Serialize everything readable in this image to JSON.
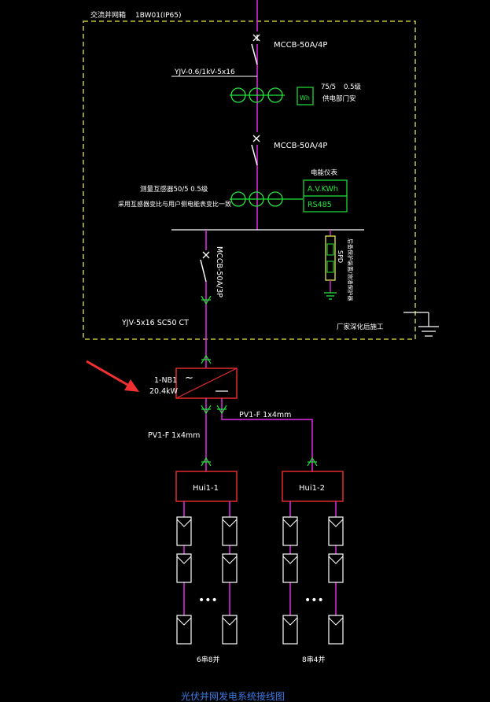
{
  "box": {
    "title": "交流并网箱",
    "model": "1BW01(IP65)",
    "border_color": "#E6E64B"
  },
  "breakers": {
    "top": "MCCB-50A/4P",
    "second": "MCCB-50A/4P",
    "branch": "MCCB-50A/3P"
  },
  "cables": {
    "incoming": "YJV-0.6/1kV-5x16",
    "outgoing": "YJV-5x16 SC50 CT",
    "pv_right": "PV1-F 1x4mm",
    "pv_left": "PV1-F 1x4mm"
  },
  "ct_meter": {
    "ratio": "75/5",
    "class": "0.5级",
    "desc": "供电部门安",
    "meter_label": "Wh"
  },
  "ct_monitor": {
    "line1": "测量互感器50/5 0.5级",
    "line2": "采用互感器变比与用户侧电能表变比一致"
  },
  "monitor": {
    "title": "电能仪表",
    "reading": "A.V.KWh",
    "port": "RS485"
  },
  "spd": {
    "label": "SPD",
    "desc": "后备保护装置/浪涌保护器"
  },
  "factory_note": "厂家深化后施工",
  "inverter": {
    "id": "1-NB1",
    "power": "20.4kW",
    "symbol": "~"
  },
  "combiners": [
    {
      "label": "Hui1-1",
      "footer": "6串8并"
    },
    {
      "label": "Hui1-2",
      "footer": "8串4并"
    }
  ],
  "ellipsis": "•••",
  "caption": "光伏并网发电系统接线图",
  "colors": {
    "bus": "#E02EE6",
    "breaker": "#FFFFFF",
    "ct": "#22E63A",
    "text": "#FFFFFF",
    "red": "#E02A2A",
    "arrow": "#F03030",
    "ground": "#FFFFFF",
    "cyan": "#3AE6E6",
    "caption": "#3A7AE6",
    "spd": "#E6E64B"
  }
}
